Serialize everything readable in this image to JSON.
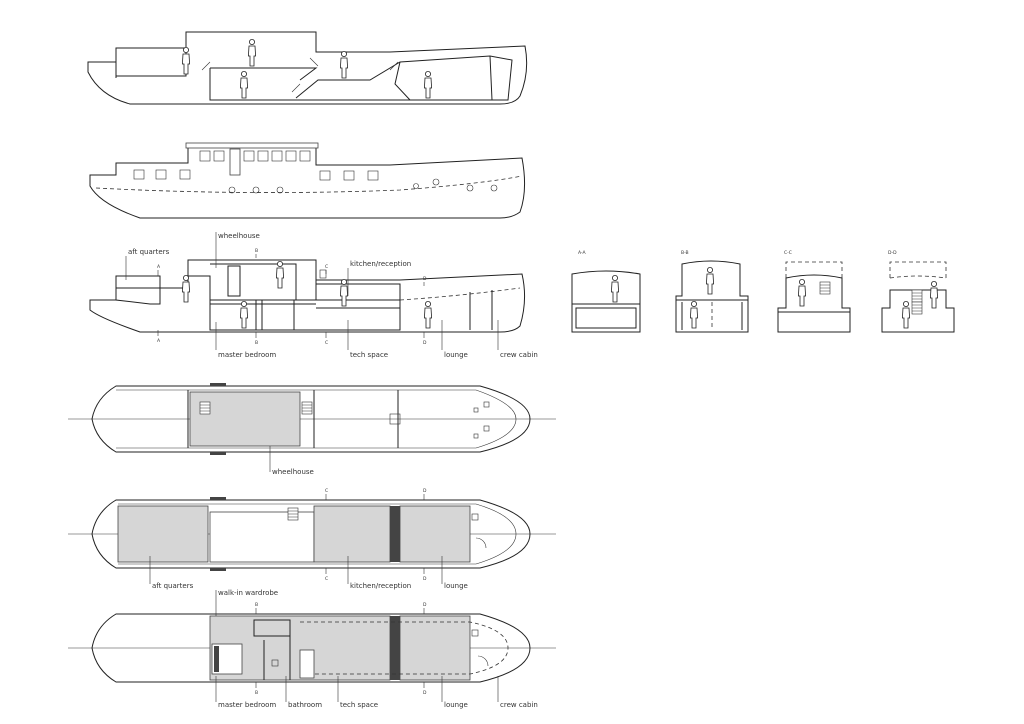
{
  "labels": {
    "aft_quarters": "aft quarters",
    "wheelhouse": "wheelhouse",
    "kitchen_reception": "kitchen/reception",
    "master_bedroom": "master bedroom",
    "tech_space": "tech space",
    "lounge": "lounge",
    "crew_cabin": "crew cabin",
    "walk_in_wardrobe": "walk-in wardrobe",
    "bathroom": "bathroom"
  },
  "section_marks": {
    "a": "A-A",
    "b": "B-B",
    "c": "C-C",
    "d": "D-D",
    "a_short": "A",
    "b_short": "B",
    "c_short": "C",
    "d_short": "D"
  },
  "icon_names": [
    "human-figure-icon",
    "section-cut-marker-icon",
    "staircase-icon",
    "door-swing-icon",
    "toilet-icon"
  ],
  "colors": {
    "line": "#222222",
    "room_fill": "#d6d6d6",
    "background": "#ffffff"
  }
}
